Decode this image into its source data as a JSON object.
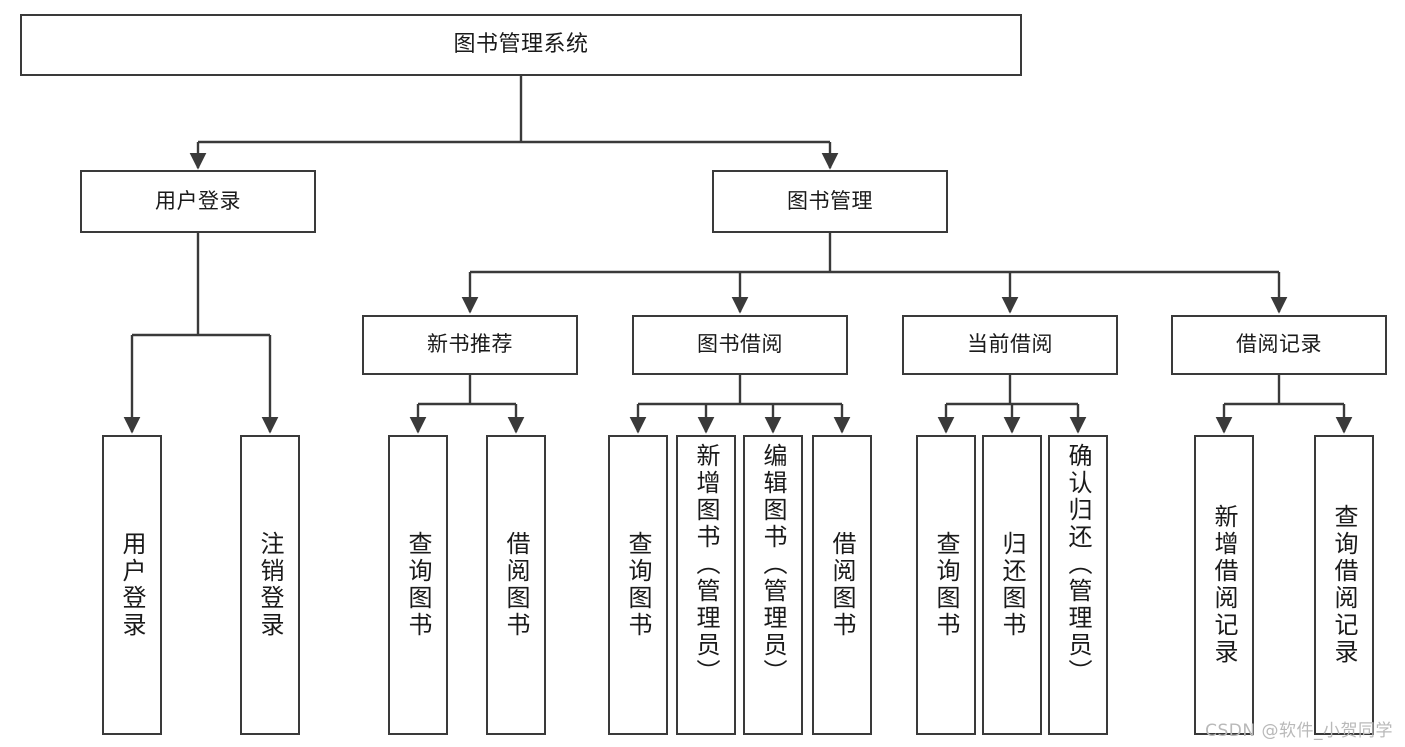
{
  "diagram": {
    "title": "图书管理系统",
    "type": "tree",
    "watermark": "CSDN @软件_小贺同学",
    "colors": {
      "node_border": "#3a3a3a",
      "node_fill": "#ffffff",
      "connector": "#3a3a3a",
      "text": "#1a1a1a",
      "watermark": "#b9b9b9"
    },
    "nodes": {
      "root": {
        "label": "图书管理系统"
      },
      "level2": [
        {
          "id": "user-login",
          "label": "用户登录"
        },
        {
          "id": "book-manage",
          "label": "图书管理"
        }
      ],
      "level3": [
        {
          "id": "new-book-recommend",
          "label": "新书推荐"
        },
        {
          "id": "book-borrow",
          "label": "图书借阅"
        },
        {
          "id": "current-borrow",
          "label": "当前借阅"
        },
        {
          "id": "borrow-record",
          "label": "借阅记录"
        }
      ],
      "leaves": {
        "user_login": [
          {
            "id": "leaf-user-login",
            "label": "用户登录"
          },
          {
            "id": "leaf-logout",
            "label": "注销登录"
          }
        ],
        "new_book_recommend": [
          {
            "id": "leaf-query-book-1",
            "label": "查询图书"
          },
          {
            "id": "leaf-borrow-book-1",
            "label": "借阅图书"
          }
        ],
        "book_borrow": [
          {
            "id": "leaf-query-book-2",
            "label": "查询图书"
          },
          {
            "id": "leaf-add-book",
            "label": "新增图书（管理员）"
          },
          {
            "id": "leaf-edit-book",
            "label": "编辑图书（管理员）"
          },
          {
            "id": "leaf-borrow-book-2",
            "label": "借阅图书"
          }
        ],
        "current_borrow": [
          {
            "id": "leaf-query-book-3",
            "label": "查询图书"
          },
          {
            "id": "leaf-return-book",
            "label": "归还图书"
          },
          {
            "id": "leaf-confirm-return",
            "label": "确认归还（管理员）"
          }
        ],
        "borrow_record": [
          {
            "id": "leaf-add-record",
            "label": "新增借阅记录"
          },
          {
            "id": "leaf-query-record",
            "label": "查询借阅记录"
          }
        ]
      }
    }
  }
}
